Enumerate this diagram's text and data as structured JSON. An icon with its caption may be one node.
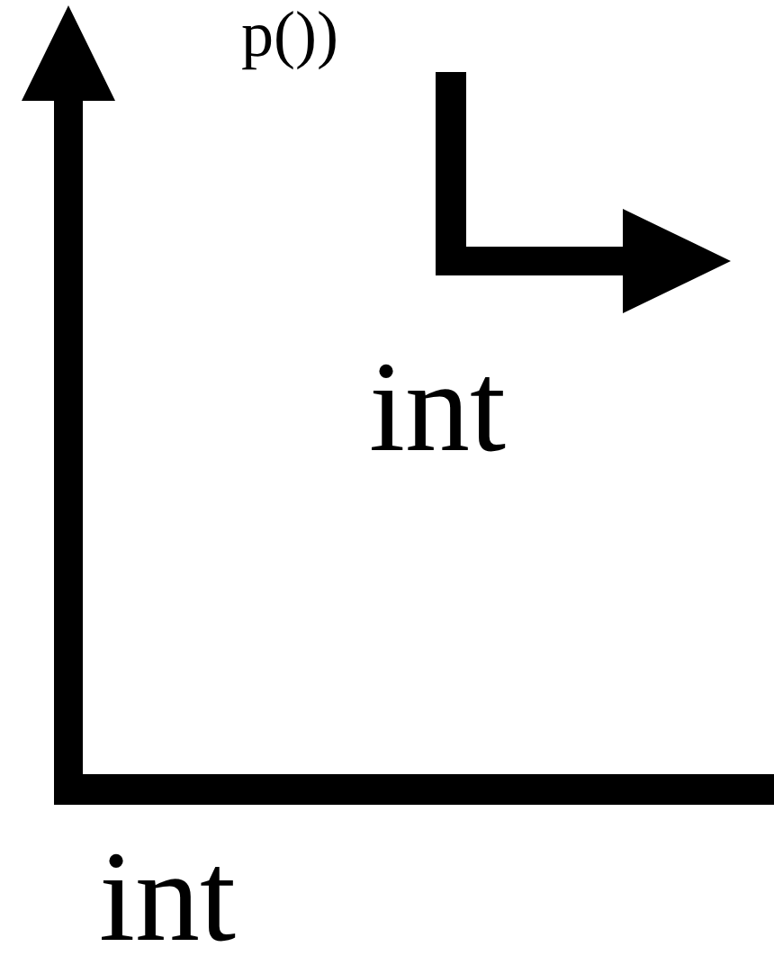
{
  "diagram": {
    "labels": [
      "p())",
      "int",
      "int"
    ]
  }
}
